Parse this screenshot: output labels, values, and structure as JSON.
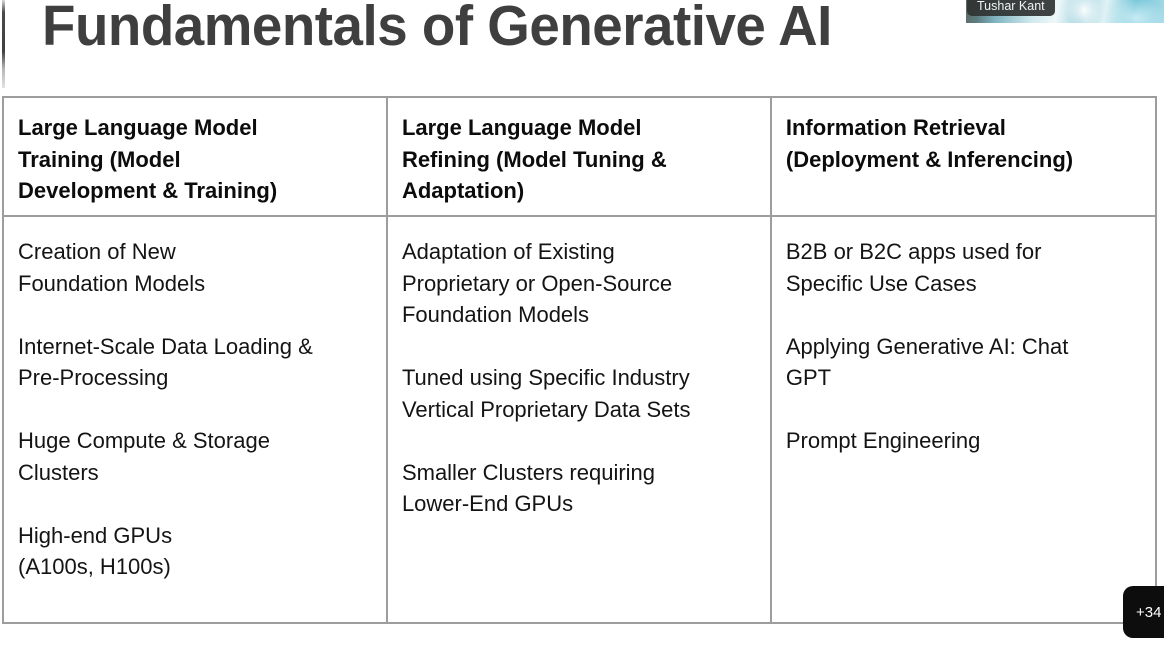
{
  "slide": {
    "title": "Fundamentals of Generative AI",
    "table": {
      "columns": [
        {
          "header": "Large Language Model\nTraining (Model\nDevelopment & Training)",
          "body": "Creation of New\nFoundation Models\n\nInternet-Scale Data Loading &\nPre-Processing\n\nHuge Compute & Storage\nClusters\n\nHigh-end GPUs\n(A100s, H100s)"
        },
        {
          "header": "Large Language Model\nRefining (Model Tuning &\nAdaptation)",
          "body": "Adaptation of Existing\nProprietary or Open-Source\nFoundation Models\n\nTuned using Specific Industry\nVertical Proprietary Data Sets\n\nSmaller Clusters requiring\nLower-End GPUs"
        },
        {
          "header": "Information Retrieval\n(Deployment & Inferencing)",
          "body": "B2B or B2C apps used for\nSpecific Use Cases\n\nApplying Generative AI: Chat\nGPT\n\nPrompt Engineering"
        }
      ]
    }
  },
  "call_overlay": {
    "participant_name": "Tushar Kant",
    "more_participants_badge": "+34"
  },
  "colors": {
    "title_text": "#3f3f3f",
    "table_border": "#9d9d9d",
    "cell_text": "#141414",
    "badge_bg": "#0d0d0d",
    "badge_text": "#ffffff",
    "name_tag_bg": "#303332",
    "video_teal": "#7fb3c0"
  }
}
